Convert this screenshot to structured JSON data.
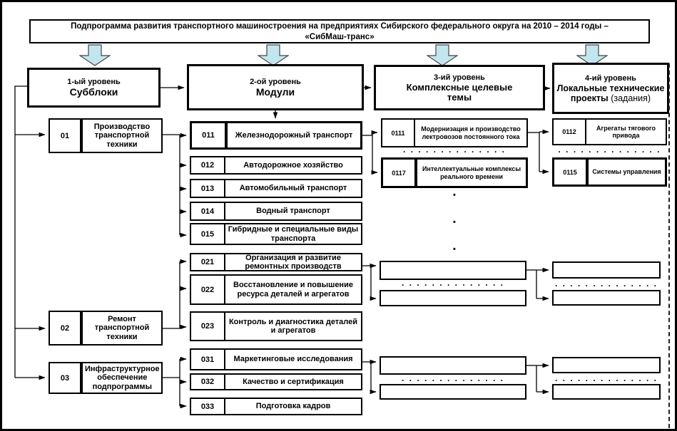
{
  "title": {
    "line1": "Подпрограмма развития транспортного машиностроения на предприятиях Сибирского федерального округа на 2010 – 2014 годы –",
    "line2": "«СибМаш-транс»"
  },
  "levels": [
    {
      "line1": "1-ый уровень",
      "line2": "Субблоки"
    },
    {
      "line1": "2-ой уровень",
      "line2": "Модули"
    },
    {
      "line1": "3-ий уровень",
      "line2": "Комплексные целевые темы"
    },
    {
      "line1": "4-ий уровень",
      "line2": "Локальные технические проекты",
      "suffix": " (задания)"
    }
  ],
  "subblocks": [
    {
      "code": "01",
      "label": "Производство транспортной техники"
    },
    {
      "code": "02",
      "label": "Ремонт транспортной техники"
    },
    {
      "code": "03",
      "label": "Инфраструктурное обеспечение подпрограммы"
    }
  ],
  "modules": [
    {
      "code": "011",
      "label": "Железнодорожный транспорт"
    },
    {
      "code": "012",
      "label": "Автодорожное хозяйство"
    },
    {
      "code": "013",
      "label": "Автомобильный транспорт"
    },
    {
      "code": "014",
      "label": "Водный транспорт"
    },
    {
      "code": "015",
      "label": "Гибридные и специальные виды транспорта"
    },
    {
      "code": "021",
      "label": "Организация и развитие ремонтных производств"
    },
    {
      "code": "022",
      "label": "Восстановление и повышение ресурса деталей и агрегатов"
    },
    {
      "code": "023",
      "label": "Контроль и диагностика деталей и агрегатов"
    },
    {
      "code": "031",
      "label": "Маркетинговые исследования"
    },
    {
      "code": "032",
      "label": "Качество и сертификация"
    },
    {
      "code": "033",
      "label": "Подготовка кадров"
    }
  ],
  "themes": [
    {
      "code": "0111",
      "label": "Модернизация и производство лектровозов постоянного тока"
    },
    {
      "code": "0117",
      "label": "Интеллектуальные комплексы реального времени"
    }
  ],
  "projects": [
    {
      "code": "0112",
      "label": "Агрегаты тягового привода"
    },
    {
      "code": "0115",
      "label": "Системы управления"
    }
  ],
  "dots": {
    "h": ". . . . . . . . . . . . . .",
    "v": "•"
  },
  "colors": {
    "block_arrow_fill": "#c3e6ee",
    "line": "#000000"
  }
}
